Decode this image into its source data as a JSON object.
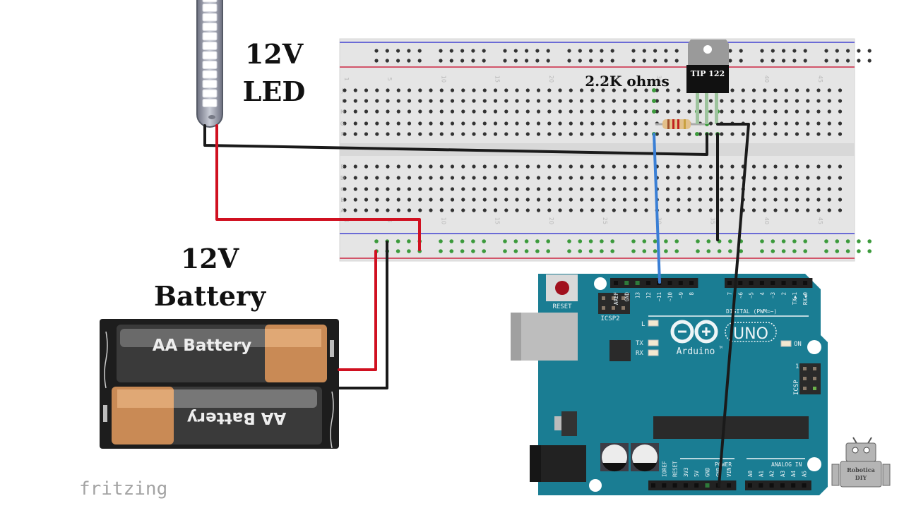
{
  "labels": {
    "led_line1": "12V",
    "led_line2": "LED",
    "battery_line1": "12V",
    "battery_line2": "Battery",
    "resistor_value": "2.2K ohms",
    "transistor_part": "TIP 122",
    "battery_cell_top": "AA Battery",
    "battery_cell_bottom": "AA Battery",
    "software_brand": "fritzing",
    "watermark_line1": "Robotica",
    "watermark_line2": "DIY"
  },
  "breadboard": {
    "column_numbers": [
      "1",
      "5",
      "10",
      "15",
      "20",
      "25",
      "30",
      "35",
      "40",
      "45"
    ],
    "top_row_letters": [
      "J",
      "I",
      "H",
      "G",
      "F"
    ],
    "bottom_row_letters": [
      "E",
      "D",
      "C",
      "B",
      "A"
    ],
    "colors": {
      "body": "#e6e6e6",
      "hole": "#333333",
      "active_hole": "#3c9a3c",
      "rail_blue": "#6b6bd6",
      "rail_red": "#d2556a"
    }
  },
  "arduino": {
    "model": "UNO",
    "brand": "Arduino",
    "trademark": "TM",
    "reset_label": "RESET",
    "icsp2_label": "ICSP2",
    "icsp_label": "ICSP",
    "icsp_pin1": "1",
    "led_labels": {
      "l": "L",
      "tx": "TX",
      "rx": "RX",
      "on": "ON"
    },
    "digital_label": "DIGITAL (PWM=~)",
    "digital_pins": [
      "AREF",
      "GND",
      "13",
      "12",
      "~11",
      "~10",
      "~9",
      "8",
      "7",
      "~6",
      "~5",
      "4",
      "~3",
      "2",
      "TX▶1",
      "RX◀0"
    ],
    "power_label": "POWER",
    "power_pins": [
      "IOREF",
      "RESET",
      "3V3",
      "5V",
      "GND",
      "GND",
      "VIN"
    ],
    "analog_label": "ANALOG IN",
    "analog_pins": [
      "A0",
      "A1",
      "A2",
      "A3",
      "A4",
      "A5"
    ],
    "colors": {
      "board": "#1a7d93",
      "silk": "#e8f1f4",
      "header": "#222222"
    }
  },
  "wires": [
    {
      "name": "led-negative-to-transistor-collector",
      "color": "#1a1a1a"
    },
    {
      "name": "led-positive-to-positive-rail",
      "color": "#d01020"
    },
    {
      "name": "battery-positive-to-rail",
      "color": "#d01020"
    },
    {
      "name": "battery-negative-to-ground-rail",
      "color": "#1a1a1a"
    },
    {
      "name": "pin13-to-resistor",
      "color": "#3a7fd5"
    },
    {
      "name": "transistor-emitter-to-ground-rail",
      "color": "#1a1a1a"
    },
    {
      "name": "transistor-emitter-to-arduino-gnd",
      "color": "#1a1a1a"
    }
  ]
}
